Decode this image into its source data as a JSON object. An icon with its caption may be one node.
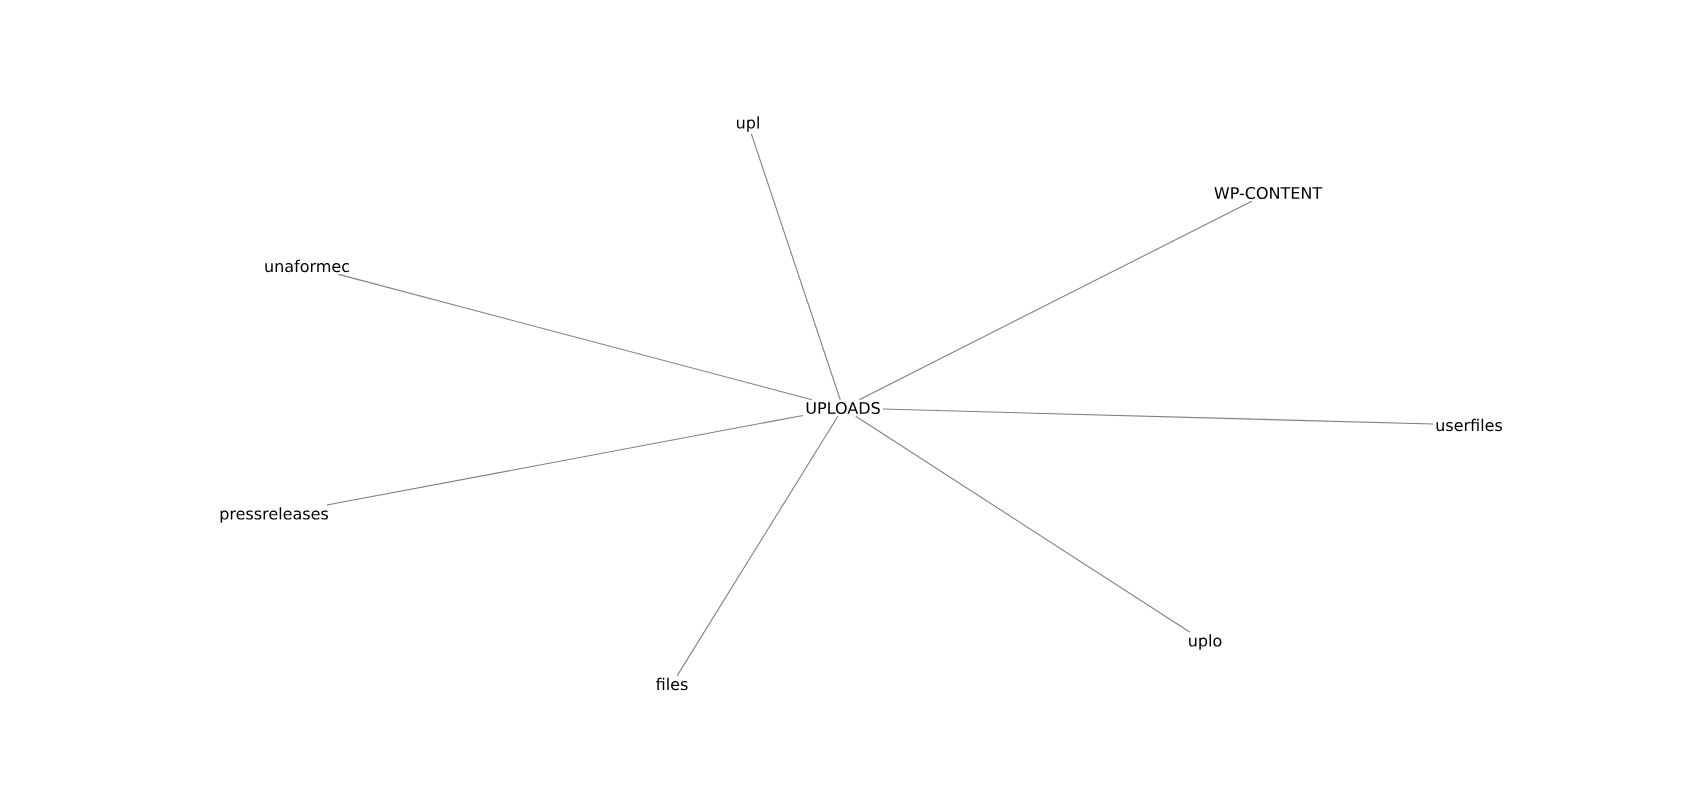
{
  "diagram": {
    "nodes": [
      {
        "text": [
          "upl"
        ]
      },
      {
        "text": [
          "WP-CONTENT"
        ]
      },
      {
        "text": [
          "unaformec"
        ]
      },
      {
        "text": [
          "UPLOADS"
        ]
      },
      {
        "text": [
          "userfiles"
        ]
      },
      {
        "text": [
          "pressreleases"
        ]
      },
      {
        "text": [
          "uplo"
        ]
      },
      {
        "text": [
          "files"
        ]
      }
    ],
    "edges": [
      {
        "from": 3,
        "to": 0,
        "arrow": "none"
      },
      {
        "from": 3,
        "to": 1,
        "arrow": "none"
      },
      {
        "from": 3,
        "to": 2,
        "arrow": "none"
      },
      {
        "from": 3,
        "to": 4,
        "arrow": "none"
      },
      {
        "from": 3,
        "to": 5,
        "arrow": "none"
      },
      {
        "from": 3,
        "to": 6,
        "arrow": "none"
      },
      {
        "from": 3,
        "to": 7,
        "arrow": "none"
      }
    ]
  }
}
